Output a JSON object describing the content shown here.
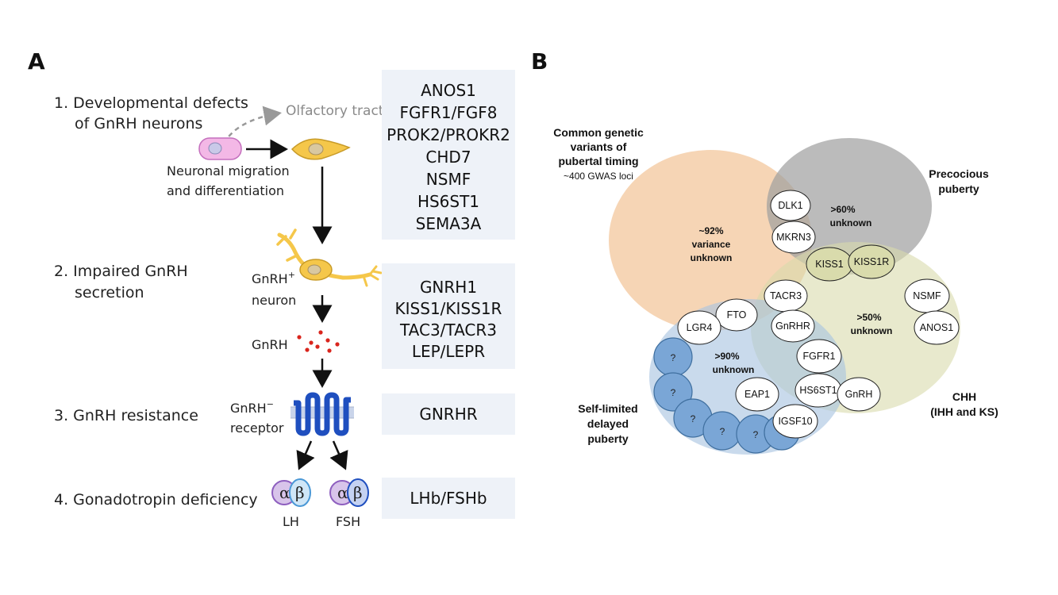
{
  "panel_a": {
    "letter": "A",
    "steps": [
      {
        "line1": "1. Developmental defects",
        "line2": "of GnRH neurons"
      },
      {
        "line1": "2. Impaired GnRH",
        "line2": "secretion"
      },
      {
        "line1": "3. GnRH resistance",
        "line2": ""
      },
      {
        "line1": "4. Gonadotropin deficiency",
        "line2": ""
      }
    ],
    "labels": {
      "olfactory": "Olfactory tract",
      "migration_1": "Neuronal migration",
      "migration_2": "and differentiation",
      "gnrh_neuron_1": "GnRH",
      "gnrh_neuron_sup": "+",
      "gnrh_neuron_2": "neuron",
      "gnrh": "GnRH",
      "receptor_1": "GnRH",
      "receptor_sup": "−",
      "receptor_2": "receptor",
      "alpha": "α",
      "beta": "β",
      "lh": "LH",
      "fsh": "FSH"
    },
    "gene_boxes": [
      {
        "genes": [
          "ANOS1",
          "FGFR1/FGF8",
          "PROK2/PROKR2",
          "CHD7",
          "NSMF",
          "HS6ST1",
          "SEMA3A"
        ]
      },
      {
        "genes": [
          "GNRH1",
          "KISS1/KISS1R",
          "TAC3/TACR3",
          "LEP/LEPR"
        ]
      },
      {
        "genes": [
          "GNRHR"
        ]
      },
      {
        "genes": [
          "LHb/FSHb"
        ]
      }
    ],
    "colors": {
      "gene_box": "#eef2f8",
      "neuron": "#f5c74a",
      "receptor": "#1f4fbf",
      "dots": "#d9251d",
      "progenitor": "#f3b8e6"
    }
  },
  "panel_b": {
    "letter": "B",
    "groups": {
      "common_1": "Common genetic",
      "common_2": "variants of",
      "common_3": "pubertal timing",
      "common_sub": "~400 GWAS loci",
      "precocious_1": "Precocious",
      "precocious_2": "puberty",
      "chh_1": "CHH",
      "chh_2": "(IHH and KS)",
      "sldp_1": "Self-limited",
      "sldp_2": "delayed",
      "sldp_3": "puberty"
    },
    "unknown": {
      "common_1": "~92%",
      "common_2": "variance",
      "common_3": "unknown",
      "prec_1": ">60%",
      "prec_2": "unknown",
      "chh_1": ">50%",
      "chh_2": "unknown",
      "sldp_1": ">90%",
      "sldp_2": "unknown"
    },
    "genes": {
      "dlk1": "DLK1",
      "mkrn3": "MKRN3",
      "kiss1": "KISS1",
      "kiss1r": "KISS1R",
      "tacr3": "TACR3",
      "gnrhr": "GnRHR",
      "fgfr1": "FGFR1",
      "hs6st1": "HS6ST1",
      "gnrh": "GnRH",
      "nsmf": "NSMF",
      "anos1": "ANOS1",
      "fto": "FTO",
      "lgr4": "LGR4",
      "eap1": "EAP1",
      "igsf10": "IGSF10",
      "unknown_gene": "?"
    },
    "colors": {
      "common": "#f4c9a0",
      "precocious": "#9e9e9e",
      "chh": "#dfe0b8",
      "sldp": "#a8c4e0",
      "sldp_node": "#7aa6d6"
    }
  }
}
